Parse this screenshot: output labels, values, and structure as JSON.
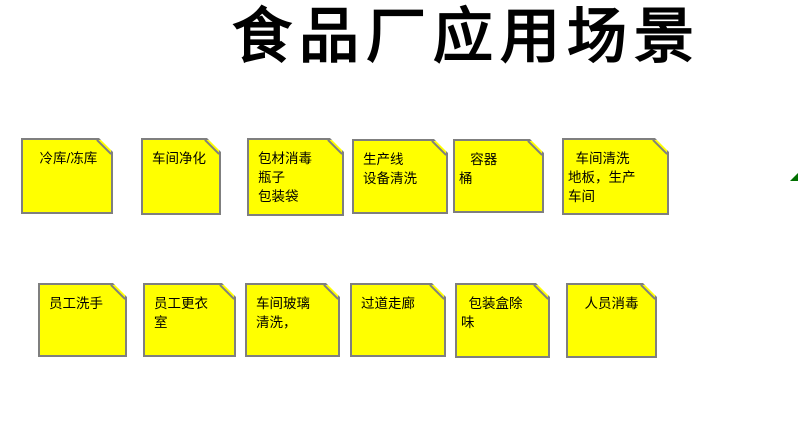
{
  "title": "食品厂应用场景",
  "colors": {
    "background": "#FFFFFF",
    "note_fill": "#FFFF00",
    "note_border": "#7F7F7F",
    "title_text": "#000000",
    "note_text": "#000000",
    "arrowhead_green": "#017001"
  },
  "icons": {
    "green_arrowhead": "small dark-green triangle pointing up-right, clipped at right edge"
  },
  "notes": {
    "r1c1": "  冷库/冻库",
    "r1c2": "车间净化",
    "r1c3": "包材消毒\n瓶子\n包装袋",
    "r1c4": "生产线\n设备清洗",
    "r1c5": "   容器\n桶",
    "r1c6": "  车间清洗\n地板，生产\n车间",
    "r2c1": "员工洗手",
    "r2c2": "员工更衣\n室",
    "r2c3": "车间玻璃\n清洗，",
    "r2c4": "过道走廊",
    "r2c5": "  包装盒除\n味",
    "r2c6": "  人员消毒"
  }
}
